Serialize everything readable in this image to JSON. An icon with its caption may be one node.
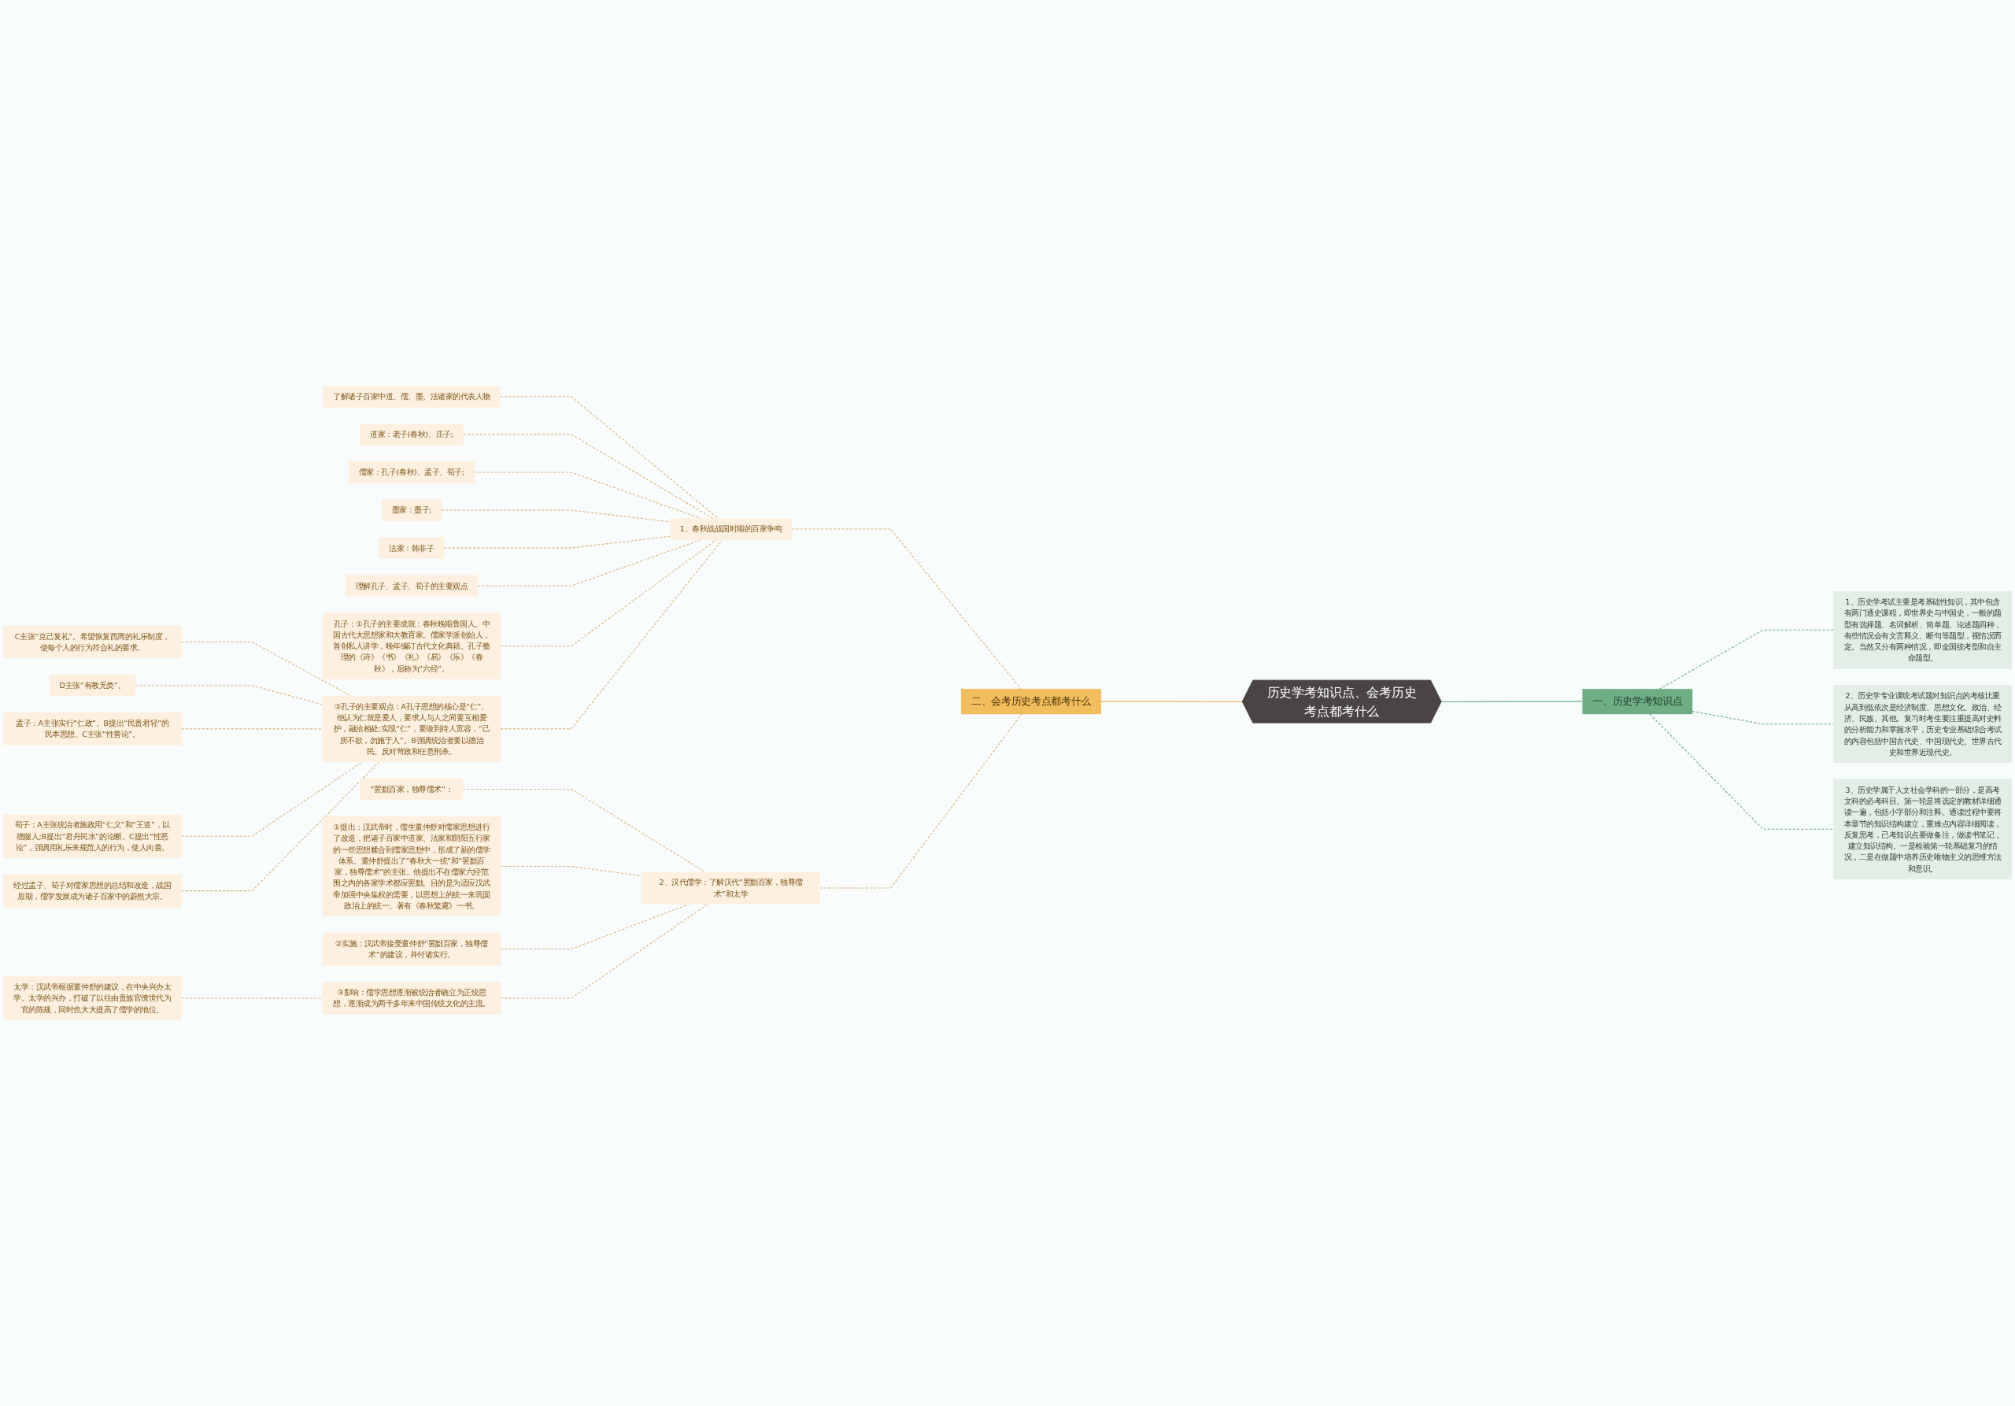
{
  "diagram": {
    "nodes": [
      {
        "text": [
          "历史学考知识点、会考历史考点都考什么"
        ]
      },
      {
        "text": [
          "一、历史学考知识点"
        ]
      },
      {
        "text": [
          "1、历史学考试主要是考基础性知识，其中包含有两门通史课程，即世界史与中国史，一般的题型有选择题、名词解析、简单题、论述题四种，有些情况会有文言释义、断句等题型，视情况而定。当然又分有两种情况，即全国统考型和自主命题型。"
        ]
      },
      {
        "text": [
          "2、历史学专业课统考试题对知识点的考核比重从高到低依次是经济制度、思想文化、政治、经济、民族、其他。复习时考生要注重提高对史料的分析能力和掌握水平，历史专业基础综合考试的内容包括中国古代史、中国现代史、世界古代史和世界近现代史。"
        ]
      },
      {
        "text": [
          "3、历史学属于人文社会学科的一部分，是高考文科的必考科目。第一轮是将选定的教材详细通读一遍，包括小字部分和注释。通读过程中要将本章节的知识结构建立，重难点内容详细阅读，反复思考，已考知识点要做备注，做读书笔记，建立知识结构。一是检验第一轮基础复习的情况，二是在做题中培养历史唯物主义的思维方法和意识。"
        ]
      },
      {
        "text": [
          "二、会考历史考点都考什么"
        ]
      },
      {
        "text": [
          "1、春秋战战国时期的百家争鸣"
        ]
      },
      {
        "text": [
          "了解诸子百家中道、儒、墨、法诸家的代表人物"
        ]
      },
      {
        "text": [
          "道家：老子(春秋)、庄子;"
        ]
      },
      {
        "text": [
          "儒家：孔子(春秋)、孟子、荀子;"
        ]
      },
      {
        "text": [
          "墨家：墨子;"
        ]
      },
      {
        "text": [
          "法家：韩非子"
        ]
      },
      {
        "text": [
          "理解孔子、孟子、荀子的主要观点"
        ]
      },
      {
        "text": [
          "孔子：①孔子的主要成就：春秋晚期鲁国人。中国古代大思想家和大教育家。儒家学派创始人，首创私人讲学，晚年编订古代文化典籍。孔子整理的《诗》《书》《礼》《易》《乐》《春秋》，后称为“六经”。"
        ]
      },
      {
        "text": [
          "②孔子的主要观点：A孔子思想的核心是“仁”。他认为仁就是爱人，要求人与人之间要互相爱护，融洽相处;实现“仁”，要做到待人宽容，“己所不欲，勿施于人”。B强调统治者要以德治民。反对苛政和任意刑杀。"
        ]
      },
      {
        "text": [
          "C主张“克己复礼”。希望恢复西周的礼乐制度，使每个人的行为符合礼的要求。"
        ]
      },
      {
        "text": [
          "D主张“有教无类”。"
        ]
      },
      {
        "text": [
          "孟子：A主张实行“仁政”。B提出“民贵君轻”的民本思想。C主张“性善论”。"
        ]
      },
      {
        "text": [
          "荀子：A主张统治者施政用“仁义”和“王道”，以德服人;B提出“君舟民水”的论断。C提出“性恶论”，强调用礼乐来规范人的行为，使人向善。"
        ]
      },
      {
        "text": [
          "经过孟子、荀子对儒家思想的总结和改造，战国后期，儒学发展成为诸子百家中的蔚然大宗。"
        ]
      },
      {
        "text": [
          "2、汉代儒学：了解汉代“罢黜百家，独尊儒术”和太学"
        ]
      },
      {
        "text": [
          "“罢黜百家，独尊儒术”："
        ]
      },
      {
        "text": [
          "①提出：汉武帝时，儒生董仲舒对儒家思想进行了改造，把诸子百家中道家、法家和阴阳五行家的一些思想糅合到儒家思想中，形成了新的儒学体系。董仲舒提出了“春秋大一统”和“罢黜百家，独尊儒术”的主张。他提出不在儒家六经范围之内的各家学术都应罢黜。目的是为适应汉武帝加强中央集权的需要，以思想上的统一来巩固政治上的统一。著有《春秋繁露》一书。"
        ]
      },
      {
        "text": [
          "②实施：汉武帝接受董仲舒“罢黜百家，独尊儒术”的建议，并付诸实行。"
        ]
      },
      {
        "text": [
          "③影响：儒学思想逐渐被统治者确立为正统思想，逐渐成为两千多年来中国传统文化的主流。"
        ]
      },
      {
        "text": [
          "太学：汉武帝根据董仲舒的建议，在中央兴办太学。太学的兴办，打破了以往由贵族官僚世代为官的陈规，同时也大大提高了儒学的地位。"
        ]
      }
    ],
    "edges": [
      {
        "from": 0,
        "to": 1,
        "arrow": "none",
        "color": "#6aaa80"
      },
      {
        "from": 1,
        "to": 2,
        "arrow": "none",
        "style": "dashed",
        "color": "#6aaa80"
      },
      {
        "from": 1,
        "to": 3,
        "arrow": "none",
        "style": "dashed",
        "color": "#6aaa80"
      },
      {
        "from": 1,
        "to": 4,
        "arrow": "none",
        "style": "dashed",
        "color": "#6aaa80"
      },
      {
        "from": 5,
        "to": 0,
        "arrow": "none",
        "color": "#f0b450"
      },
      {
        "from": 6,
        "to": 5,
        "arrow": "none",
        "style": "dashed"
      },
      {
        "from": 7,
        "to": 6,
        "arrow": "none",
        "style": "dashed"
      },
      {
        "from": 8,
        "to": 6,
        "arrow": "none",
        "style": "dashed"
      },
      {
        "from": 9,
        "to": 6,
        "arrow": "none",
        "style": "dashed"
      },
      {
        "from": 10,
        "to": 6,
        "arrow": "none",
        "style": "dashed"
      },
      {
        "from": 11,
        "to": 6,
        "arrow": "none",
        "style": "dashed"
      },
      {
        "from": 12,
        "to": 6,
        "arrow": "none",
        "style": "dashed"
      },
      {
        "from": 13,
        "to": 6,
        "arrow": "none",
        "style": "dashed"
      },
      {
        "from": 14,
        "to": 6,
        "arrow": "none",
        "style": "dashed"
      },
      {
        "from": 15,
        "to": 14,
        "arrow": "none",
        "style": "dashed"
      },
      {
        "from": 16,
        "to": 14,
        "arrow": "none",
        "style": "dashed"
      },
      {
        "from": 17,
        "to": 14,
        "arrow": "none",
        "style": "dashed"
      },
      {
        "from": 18,
        "to": 14,
        "arrow": "none",
        "style": "dashed"
      },
      {
        "from": 19,
        "to": 14,
        "arrow": "none",
        "style": "dashed"
      },
      {
        "from": 20,
        "to": 5,
        "arrow": "none",
        "style": "dashed"
      },
      {
        "from": 21,
        "to": 20,
        "arrow": "none",
        "style": "dashed"
      },
      {
        "from": 22,
        "to": 20,
        "arrow": "none",
        "style": "dashed"
      },
      {
        "from": 23,
        "to": 20,
        "arrow": "none",
        "style": "dashed"
      },
      {
        "from": 24,
        "to": 20,
        "arrow": "none",
        "style": "dashed"
      },
      {
        "from": 25,
        "to": 24,
        "arrow": "none",
        "style": "dashed"
      }
    ]
  }
}
